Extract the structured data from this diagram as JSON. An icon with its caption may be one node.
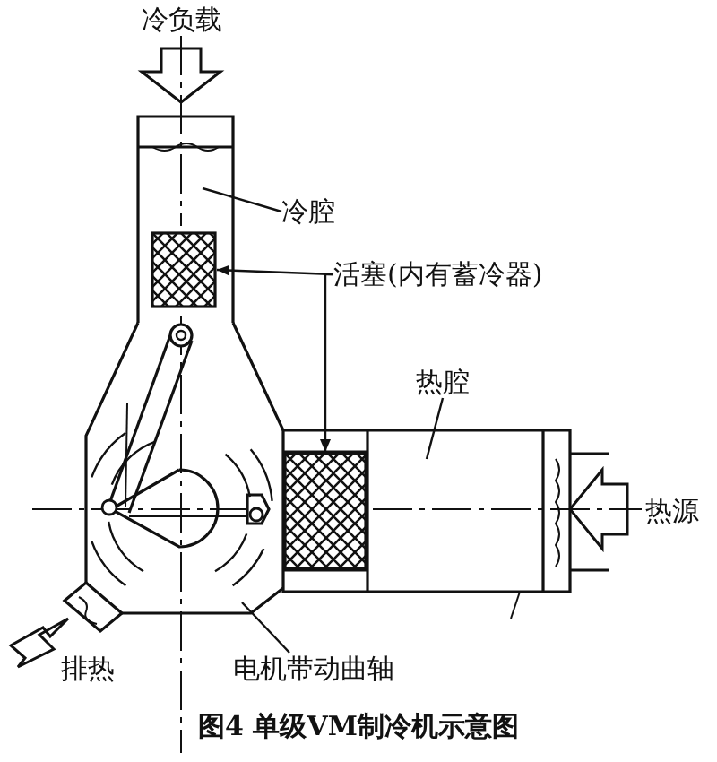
{
  "diagram": {
    "caption": "图4 单级VM制冷机示意图",
    "nodes": [
      {
        "text": [
          "冷腔"
        ]
      },
      {
        "text": [
          "活塞(内有蓄冷器)"
        ]
      },
      {
        "text": [
          "热腔"
        ]
      },
      {
        "text": [
          "电机带动曲轴"
        ]
      },
      {
        "text": [],
        "shape": "box"
      },
      {
        "text": [],
        "shape": "box"
      }
    ],
    "edges": [
      {
        "from": 0,
        "to": null,
        "arrow": "none"
      },
      {
        "from": 1,
        "to": 4,
        "arrow": "to"
      },
      {
        "from": 1,
        "to": 5,
        "arrow": "to"
      },
      {
        "from": 2,
        "to": null,
        "arrow": "none"
      },
      {
        "from": 3,
        "to": null,
        "arrow": "none"
      }
    ],
    "labels": [
      "冷负载",
      "热源",
      "排热"
    ]
  }
}
